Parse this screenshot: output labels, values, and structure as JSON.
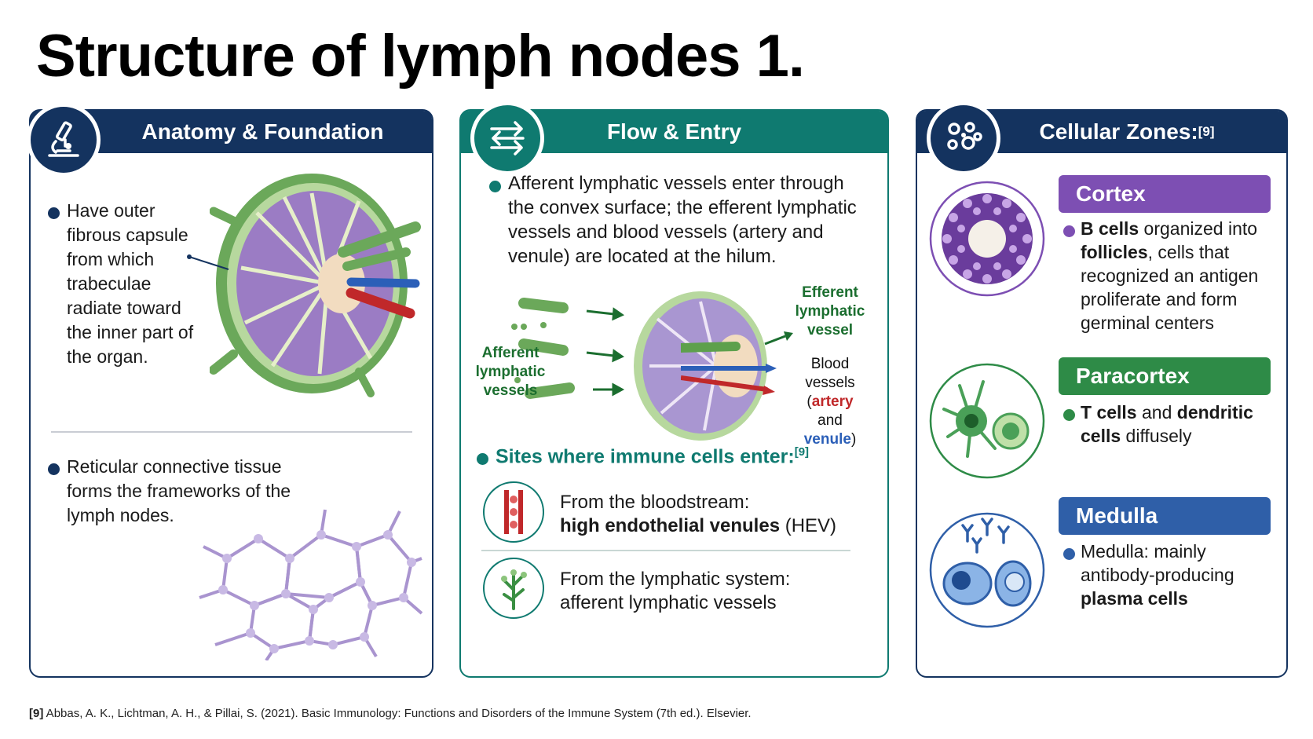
{
  "title": "Structure of lymph nodes 1.",
  "panels": {
    "anatomy": {
      "heading": "Anatomy & Foundation",
      "icon": "microscope-icon",
      "bullet1": "Have outer fibrous capsule from which trabeculae radiate toward the inner part of the organ.",
      "bullet2": "Reticular connective tissue forms the frameworks of the lymph nodes."
    },
    "flow": {
      "heading": "Flow & Entry",
      "icon": "arrows-icon",
      "bullet1": "Afferent lymphatic vessels enter through the convex surface; the efferent lymphatic vessels and blood vessels (artery and venule) are located at the hilum.",
      "diagram": {
        "afferent_label": "Afferent lymphatic vessels",
        "efferent_label": "Efferent lymphatic vessel",
        "blood_label_1": "Blood",
        "blood_label_2": "vessels",
        "artery": "artery",
        "and": "and",
        "venule": "venule"
      },
      "sites_heading": "Sites where immune cells enter:",
      "sites_ref": "[9]",
      "site1_line1": "From the bloodstream:",
      "site1_bold": "high endothelial venules",
      "site1_tail": " (HEV)",
      "site2_line1": "From the lymphatic system:",
      "site2_line2": "afferent lymphatic vessels"
    },
    "zones": {
      "heading": "Cellular Zones:",
      "heading_ref": "[9]",
      "icon": "cells-icon",
      "cortex": {
        "label": "Cortex",
        "b1": "B cells",
        "t1": " organized into",
        "b2": "follicles",
        "t2": ", cells that recognized an antigen proliferate and form germinal centers"
      },
      "paracortex": {
        "label": "Paracortex",
        "b1": "T cells",
        "t1": " and ",
        "b2": "dendritic cells",
        "t2": " diffusely"
      },
      "medulla": {
        "label": "Medulla",
        "t1": "Medulla: mainly antibody-producing ",
        "b1": "plasma cells"
      }
    }
  },
  "reference": {
    "tag": "[9]",
    "text": " Abbas, A. K., Lichtman, A. H., & Pillai, S. (2021). Basic Immunology: Functions and Disorders of the Immune System (7th ed.). Elsevier."
  },
  "colors": {
    "navy": "#14335f",
    "teal": "#0f7a70",
    "cortex": "#7d4fb3",
    "paracortex": "#2e8b47",
    "medulla": "#2f5fa8"
  }
}
